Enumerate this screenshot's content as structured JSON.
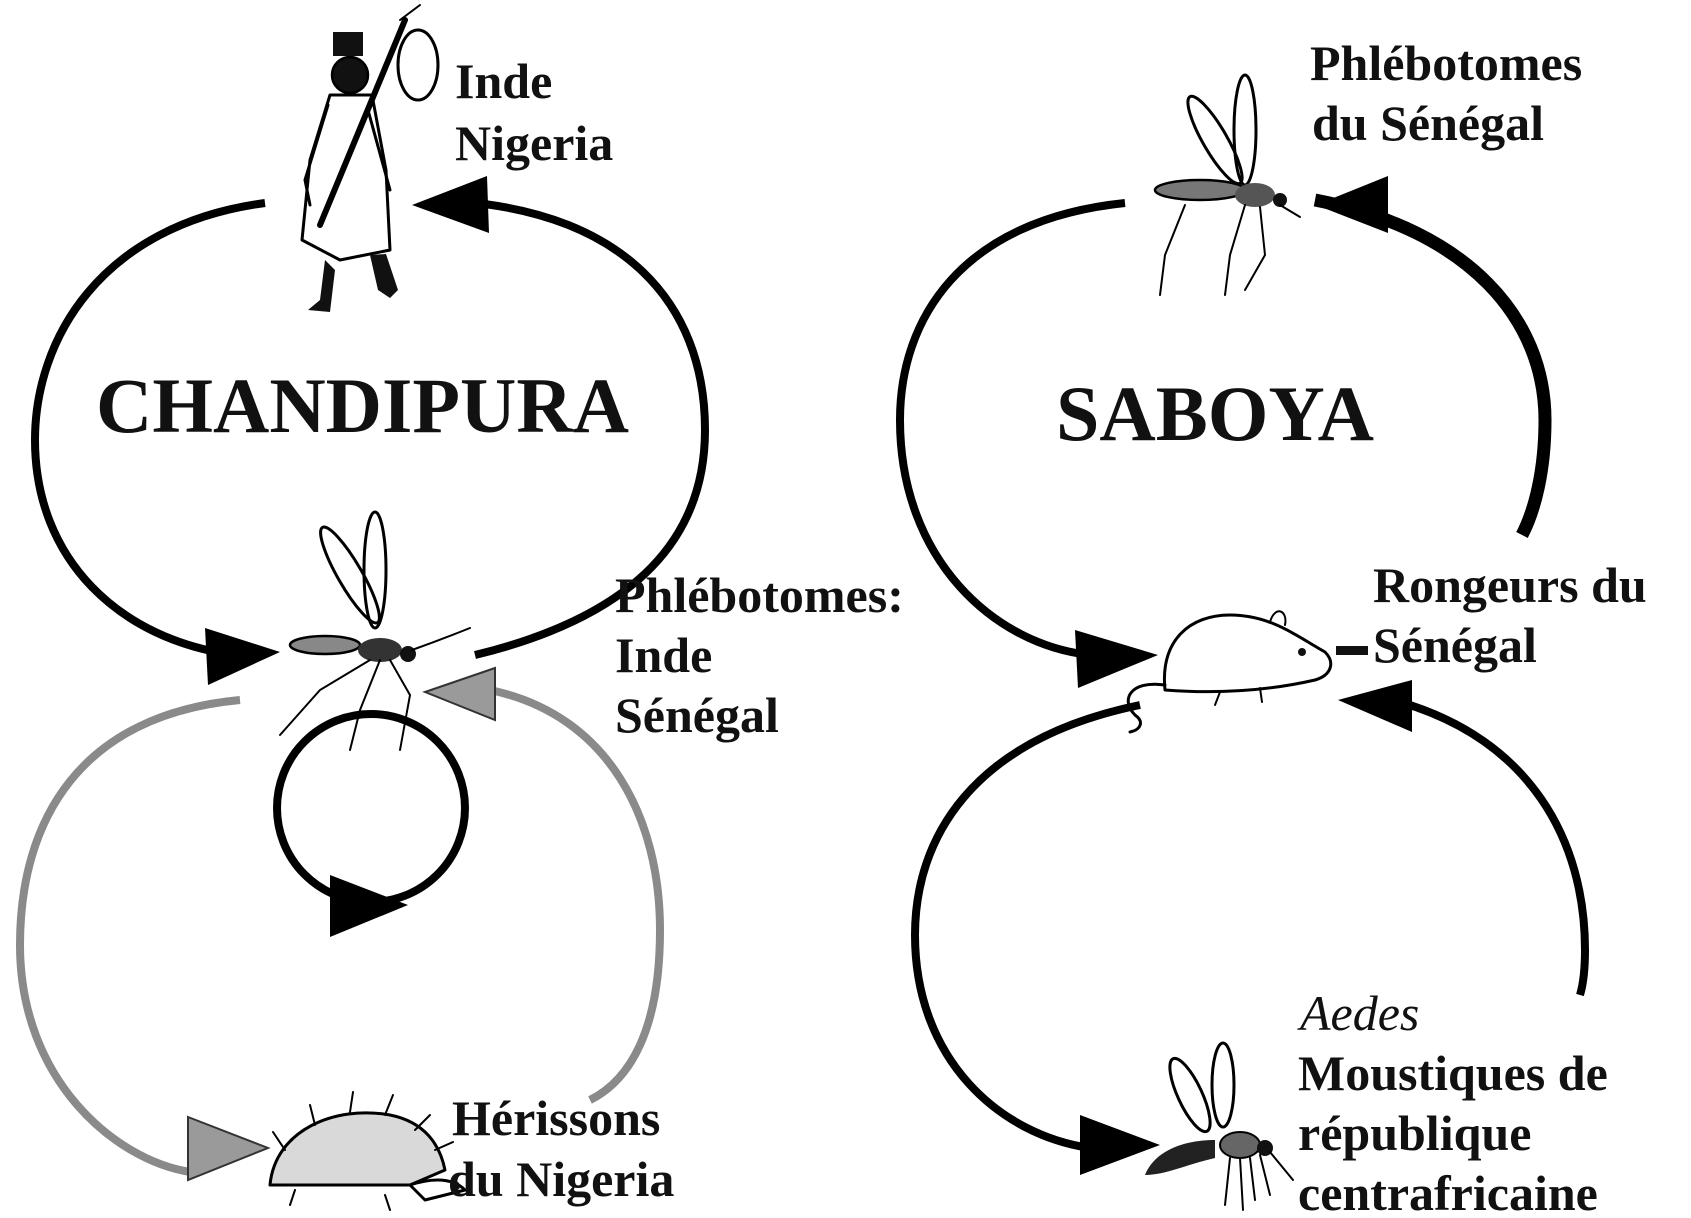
{
  "chandipura": {
    "title": "CHANDIPURA",
    "human_line1": "Inde",
    "human_line2": "Nigeria",
    "sandfly_line1": "Phlébotomes:",
    "sandfly_line2": "Inde",
    "sandfly_line3": "Sénégal",
    "hedgehog_line1": "Hérissons",
    "hedgehog_line2": "du Nigeria"
  },
  "saboya": {
    "title": "SABOYA",
    "sandfly_line1": "Phlébotomes",
    "sandfly_line2": "du Sénégal",
    "rodent_line1": "Rongeurs du",
    "rodent_line2": "Sénégal",
    "mosquito_genus": "Aedes",
    "mosquito_line1": "Moustiques de",
    "mosquito_line2": "république",
    "mosquito_line3": "centrafricaine"
  },
  "colors": {
    "transmission_cycle": "#000000",
    "hedgehog_cycle": "#8a8a8a"
  },
  "icons": [
    "traveler-icon",
    "sandfly-icon",
    "hedgehog-icon",
    "rodent-icon",
    "mosquito-icon"
  ]
}
